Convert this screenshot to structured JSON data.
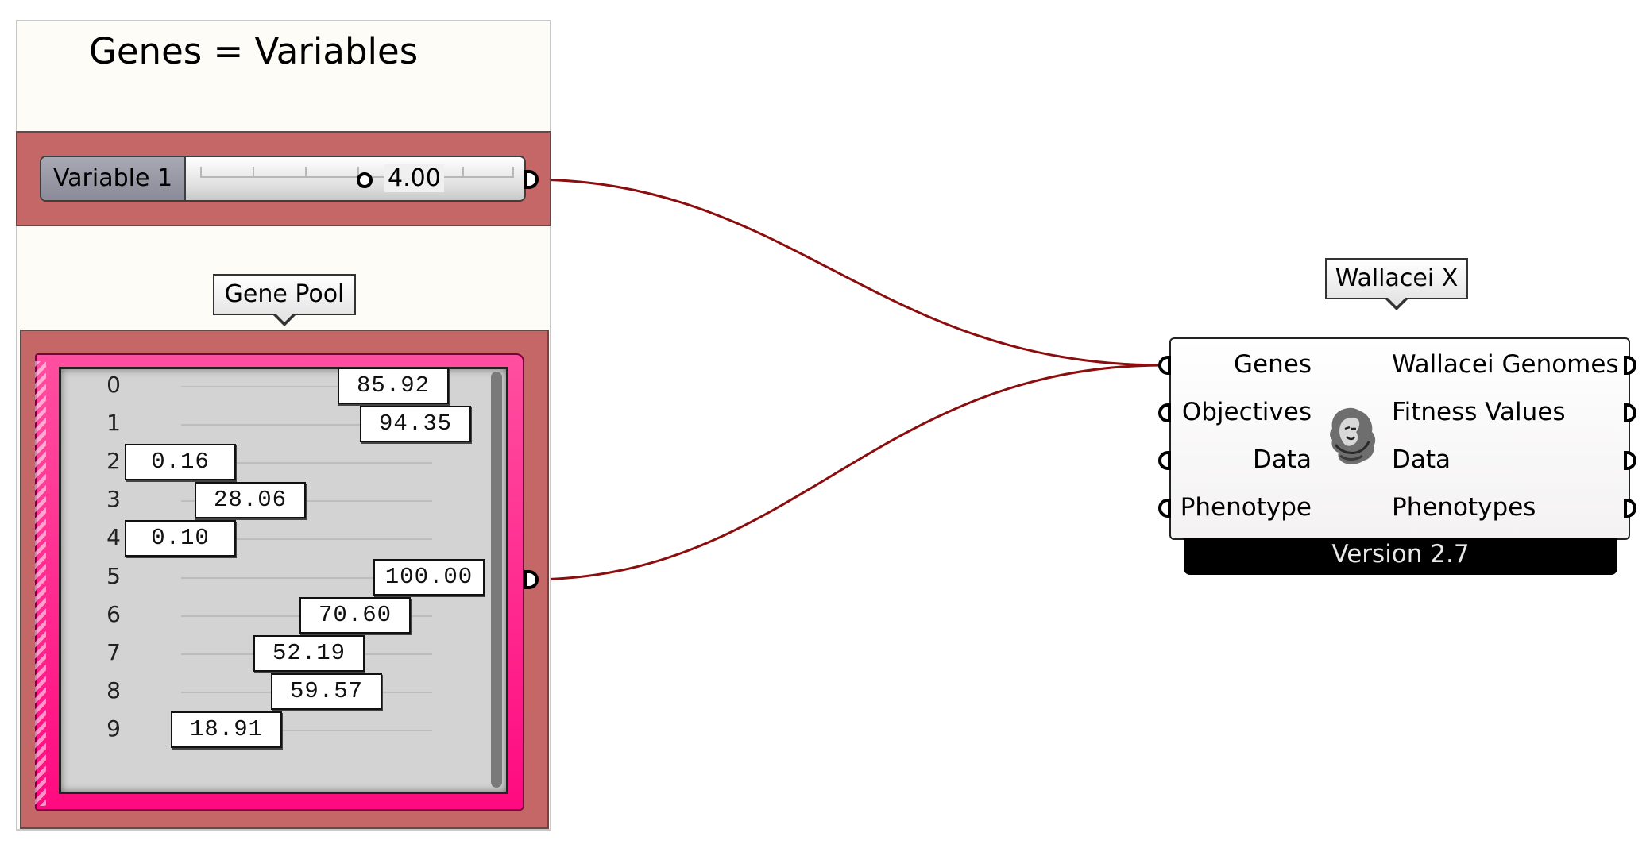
{
  "group": {
    "title": "Genes = Variables"
  },
  "slider": {
    "label": "Variable 1",
    "value": "4.00"
  },
  "gene_pool": {
    "label": "Gene Pool",
    "rows": [
      {
        "index": "0",
        "value": "85.92"
      },
      {
        "index": "1",
        "value": "94.35"
      },
      {
        "index": "2",
        "value": "0.16"
      },
      {
        "index": "3",
        "value": "28.06"
      },
      {
        "index": "4",
        "value": "0.10"
      },
      {
        "index": "5",
        "value": "100.00"
      },
      {
        "index": "6",
        "value": "70.60"
      },
      {
        "index": "7",
        "value": "52.19"
      },
      {
        "index": "8",
        "value": "59.57"
      },
      {
        "index": "9",
        "value": "18.91"
      }
    ]
  },
  "component": {
    "name": "Wallacei X",
    "inputs": [
      "Genes",
      "Objectives",
      "Data",
      "Phenotype"
    ],
    "outputs": [
      "Wallacei Genomes",
      "Fitness Values",
      "Data",
      "Phenotypes"
    ],
    "version": "Version 2.7"
  },
  "colors": {
    "group_band": "#c56767",
    "gene_pool_frame": "#ff0a80",
    "wire": "#8b0d0d"
  }
}
